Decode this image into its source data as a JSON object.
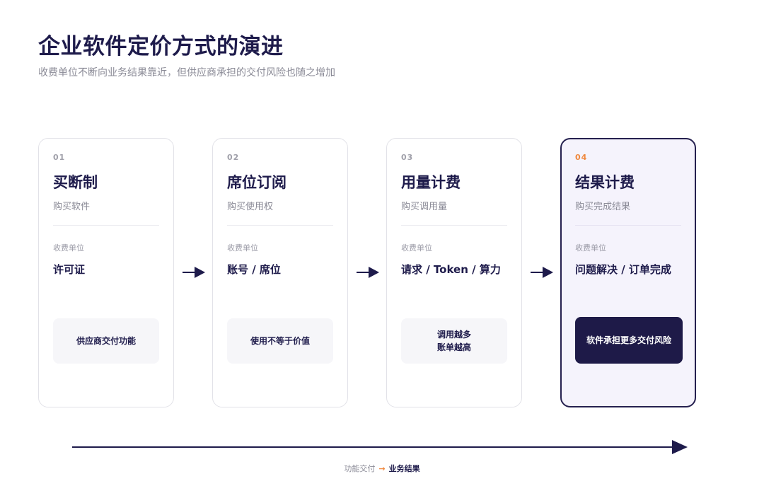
{
  "header": {
    "title": "企业软件定价方式的演进",
    "subtitle": "收费单位不断向业务结果靠近，但供应商承担的交付风险也随之增加"
  },
  "stages": [
    {
      "num": "01",
      "title": "买断制",
      "desc": "购买软件",
      "unit_label": "收费单位",
      "unit_value": "许可证",
      "note": "供应商交付功能"
    },
    {
      "num": "02",
      "title": "席位订阅",
      "desc": "购买使用权",
      "unit_label": "收费单位",
      "unit_value": "账号 / 席位",
      "note": "使用不等于价值"
    },
    {
      "num": "03",
      "title": "用量计费",
      "desc": "购买调用量",
      "unit_label": "收费单位",
      "unit_value": "请求 / Token / 算力",
      "note": "调用越多\n账单越高"
    },
    {
      "num": "04",
      "title": "结果计费",
      "desc": "购买完成结果",
      "unit_label": "收费单位",
      "unit_value": "问题解决 / 订单完成",
      "note": "软件承担更多交付风险"
    }
  ],
  "timeline": {
    "start": "功能交付",
    "arrow": "→",
    "end": "业务结果"
  },
  "colors": {
    "navy": "#1e1b4b",
    "accent_orange": "#f0883e",
    "highlight_bg": "#f5f3fc"
  }
}
